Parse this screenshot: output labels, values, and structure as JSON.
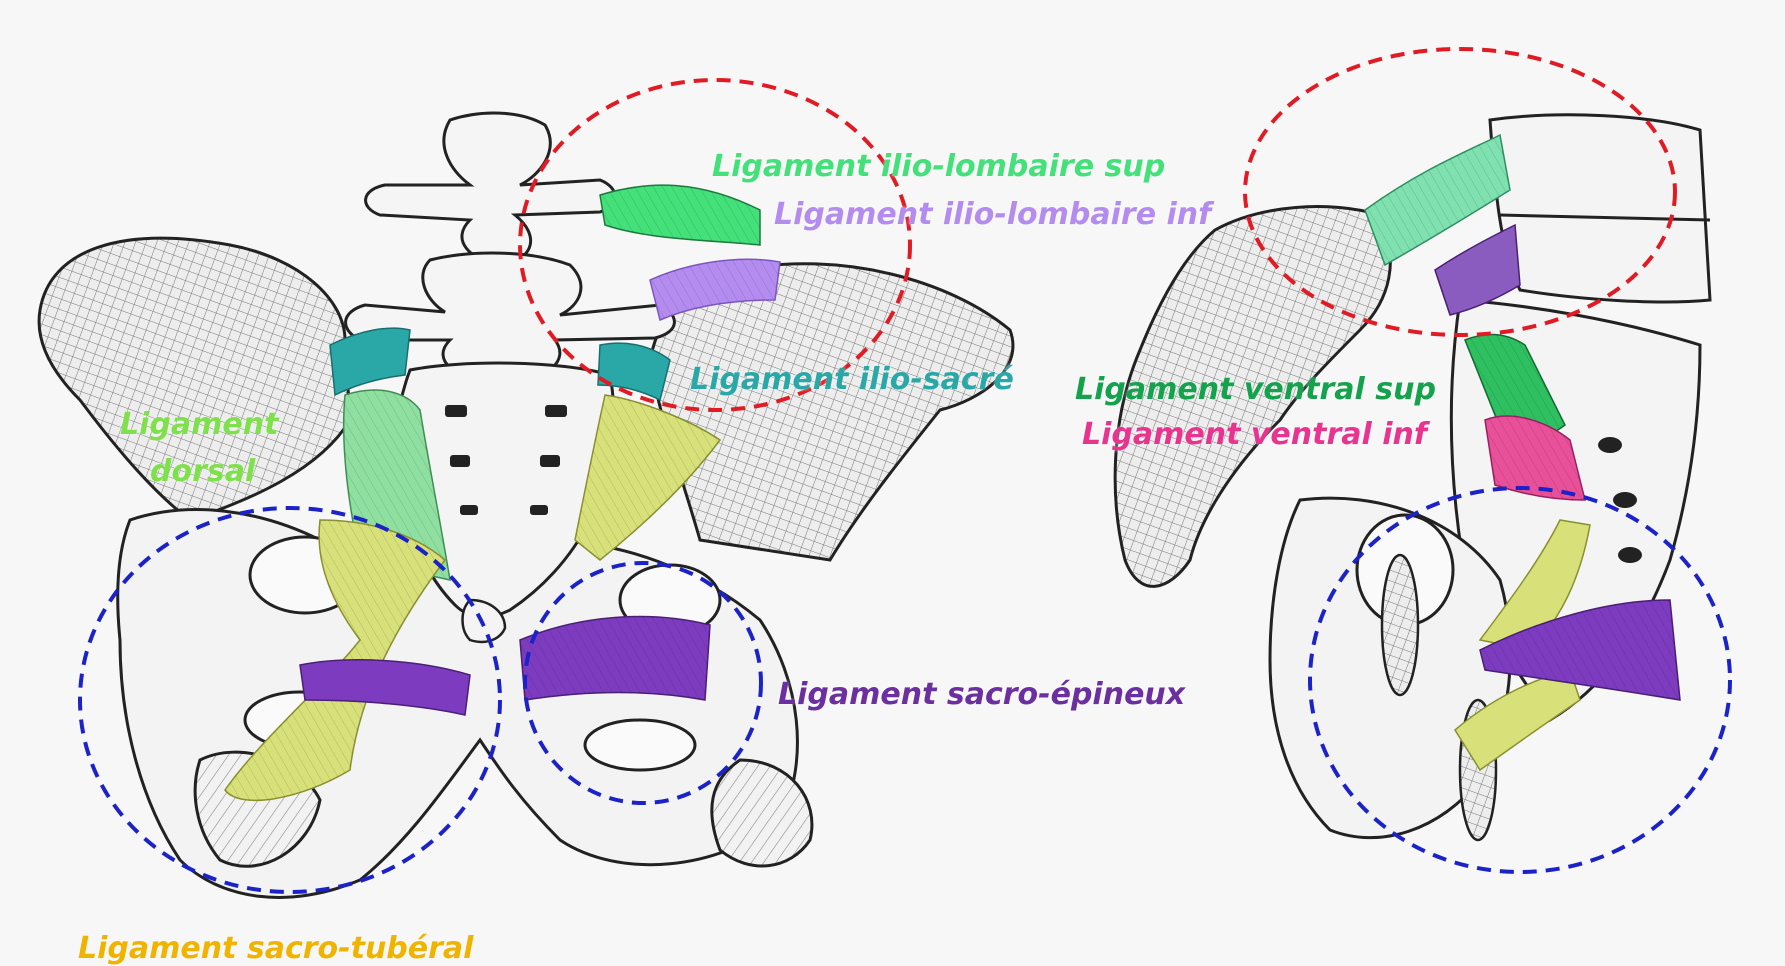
{
  "colors": {
    "ilio_lombaire_sup": "#44e07a",
    "ilio_lombaire_inf": "#b48cf0",
    "ilio_sacre": "#2aa7a7",
    "dorsal": "#7ee04a",
    "sacro_epineux": "#6b2fa0",
    "ventral_sup": "#15a24c",
    "ventral_inf": "#e8348f",
    "sacro_tuberal": "#f0b400",
    "red_circle": "#e01b24",
    "blue_circle": "#1b23c8"
  },
  "labels": {
    "ilio_lombaire_sup": "Ligament ilio-lombaire sup",
    "ilio_lombaire_inf": "Ligament ilio-lombaire inf",
    "ilio_sacre": "Ligament ilio-sacré",
    "dorsal_line1": "Ligament",
    "dorsal_line2": "dorsal",
    "sacro_epineux": "Ligament sacro-épineux",
    "ventral_sup": "Ligament ventral sup",
    "ventral_inf": "Ligament ventral inf",
    "sacro_tuberal": "Ligament sacro-tubéral"
  }
}
